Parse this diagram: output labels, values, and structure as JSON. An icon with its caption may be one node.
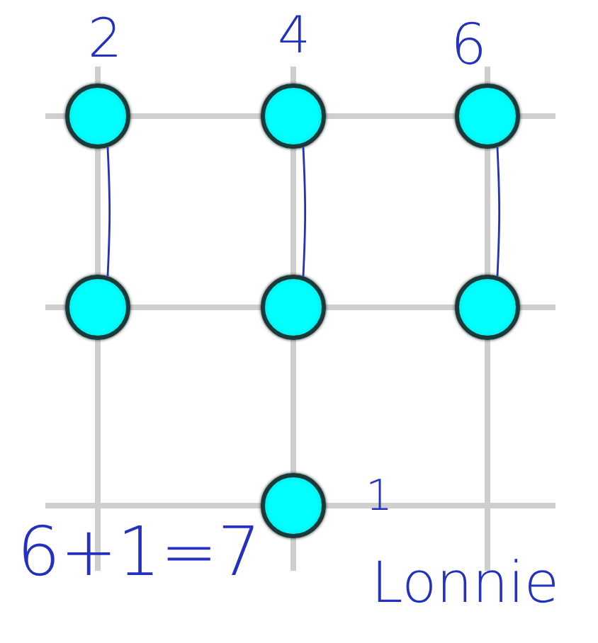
{
  "diagram": {
    "nodes": [
      {
        "text": [],
        "shape": "circle"
      },
      {
        "text": [],
        "shape": "circle"
      },
      {
        "text": [],
        "shape": "circle"
      },
      {
        "text": [],
        "shape": "circle"
      },
      {
        "text": [],
        "shape": "circle"
      },
      {
        "text": [],
        "shape": "circle"
      },
      {
        "text": [],
        "shape": "circle"
      }
    ],
    "edges": [
      {
        "from": 0,
        "to": 3,
        "arrow": "none"
      },
      {
        "from": 1,
        "to": 4,
        "arrow": "none"
      },
      {
        "from": 2,
        "to": 5,
        "arrow": "none"
      }
    ],
    "labels": [
      "2",
      "4",
      "6",
      "6+1=7",
      "1",
      "Lonnie"
    ]
  }
}
